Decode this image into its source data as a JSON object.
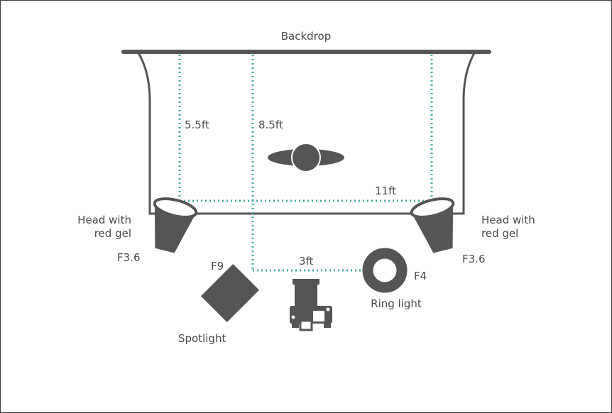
{
  "backdrop": {
    "label": "Backdrop"
  },
  "measurements": {
    "left_depth": "5.5ft",
    "center_depth": "8.5ft",
    "width": "11ft",
    "camera_offset": "3ft"
  },
  "lights": {
    "left_head": {
      "line1": "Head with",
      "line2": "red gel",
      "aperture": "F3.6"
    },
    "right_head": {
      "line1": "Head with",
      "line2": "red gel",
      "aperture": "F3.6"
    },
    "spotlight": {
      "label": "Spotlight",
      "aperture": "F9"
    },
    "ring_light": {
      "label": "Ring light",
      "aperture": "F4"
    }
  },
  "colors": {
    "shape": "#555555",
    "measure_line": "#4aaaa5",
    "text": "#4a4a4a"
  }
}
